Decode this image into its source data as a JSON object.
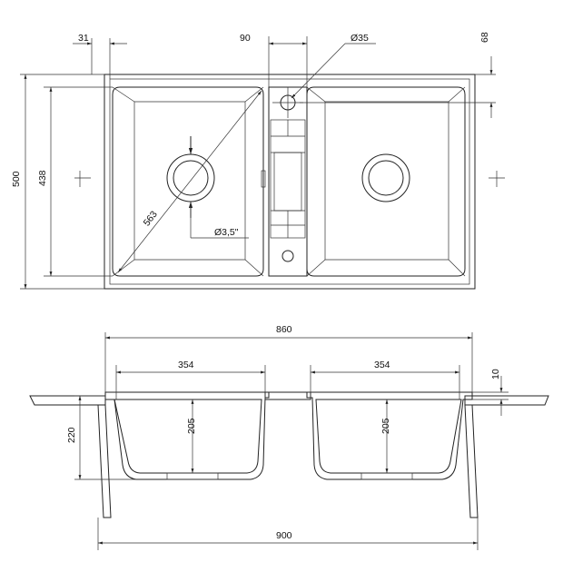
{
  "top_view": {
    "dims": {
      "edge_offset": "31",
      "center_width": "90",
      "tap_hole_diameter": "Ø35",
      "rim_offset": "68",
      "overall_depth": "500",
      "bowl_depth": "438",
      "diagonal": "563",
      "overflow_hole": "Ø3,5\""
    }
  },
  "section_view": {
    "dims": {
      "bowl_span": "860",
      "left_bowl_width": "354",
      "right_bowl_width": "354",
      "rim_height": "10",
      "total_height": "220",
      "left_bowl_height": "205",
      "right_bowl_height": "205",
      "overall_width": "900"
    }
  },
  "colors": {
    "line": "#222222",
    "background": "#ffffff"
  }
}
